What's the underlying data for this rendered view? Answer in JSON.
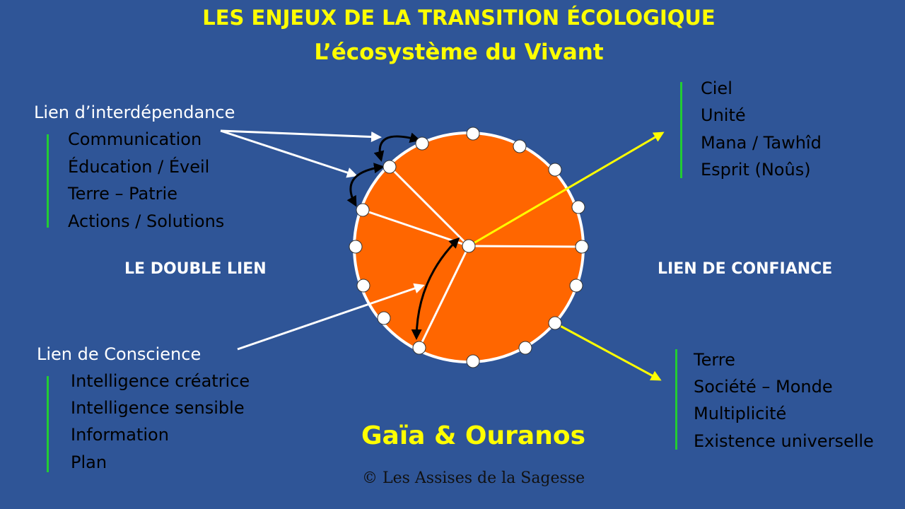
{
  "title": "LES ENJEUX DE LA TRANSITION ÉCOLOGIQUE",
  "subtitle": "L’écosystème du Vivant",
  "left_top": {
    "heading": "Lien d’interdépendance",
    "items": [
      "Communication",
      "Éducation / Éveil",
      "Terre – Patrie",
      "Actions / Solutions"
    ]
  },
  "left_bottom": {
    "heading": "Lien de Conscience",
    "items": [
      "Intelligence créatrice",
      "Intelligence sensible",
      "Information",
      "Plan"
    ]
  },
  "right_top": {
    "items": [
      "Ciel",
      "Unité",
      "Mana / Tawhîd",
      "Esprit (Noûs)"
    ]
  },
  "right_bottom": {
    "items": [
      "Terre",
      "Société – Monde",
      "Multiplicité",
      "Existence universelle"
    ]
  },
  "double_lien": "LE DOUBLE LIEN",
  "lien_confiance": "LIEN DE CONFIANCE",
  "gaia": "Gaïa & Ouranos",
  "copyright": "© Les Assises de la Sagesse",
  "colors": {
    "background": "#2f5597",
    "circle_fill": "#ff6600",
    "title": "#ffff00",
    "arrow_white": "#ffffff",
    "arrow_yellow": "#ffff00",
    "arrow_black": "#000000",
    "bar": "#22cc33"
  }
}
